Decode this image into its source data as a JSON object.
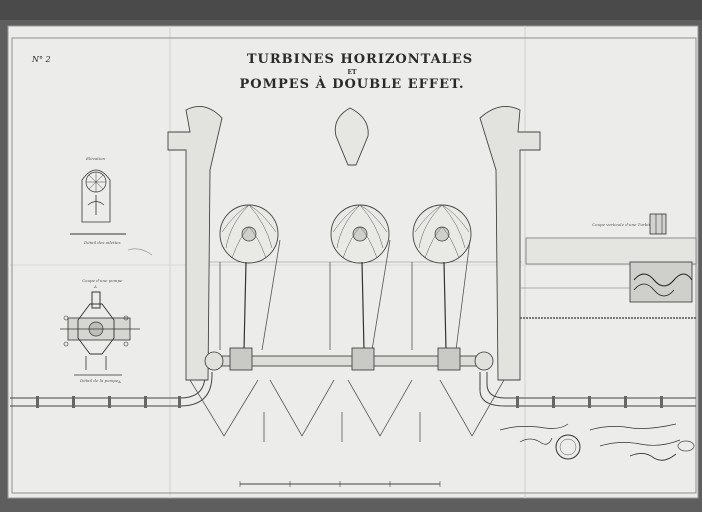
{
  "sheet": {
    "number": "N° 2",
    "title_line1": "TURBINES HORIZONTALES",
    "title_line2": "ET",
    "title_line3": "POMPES À DOUBLE EFFET."
  }
}
